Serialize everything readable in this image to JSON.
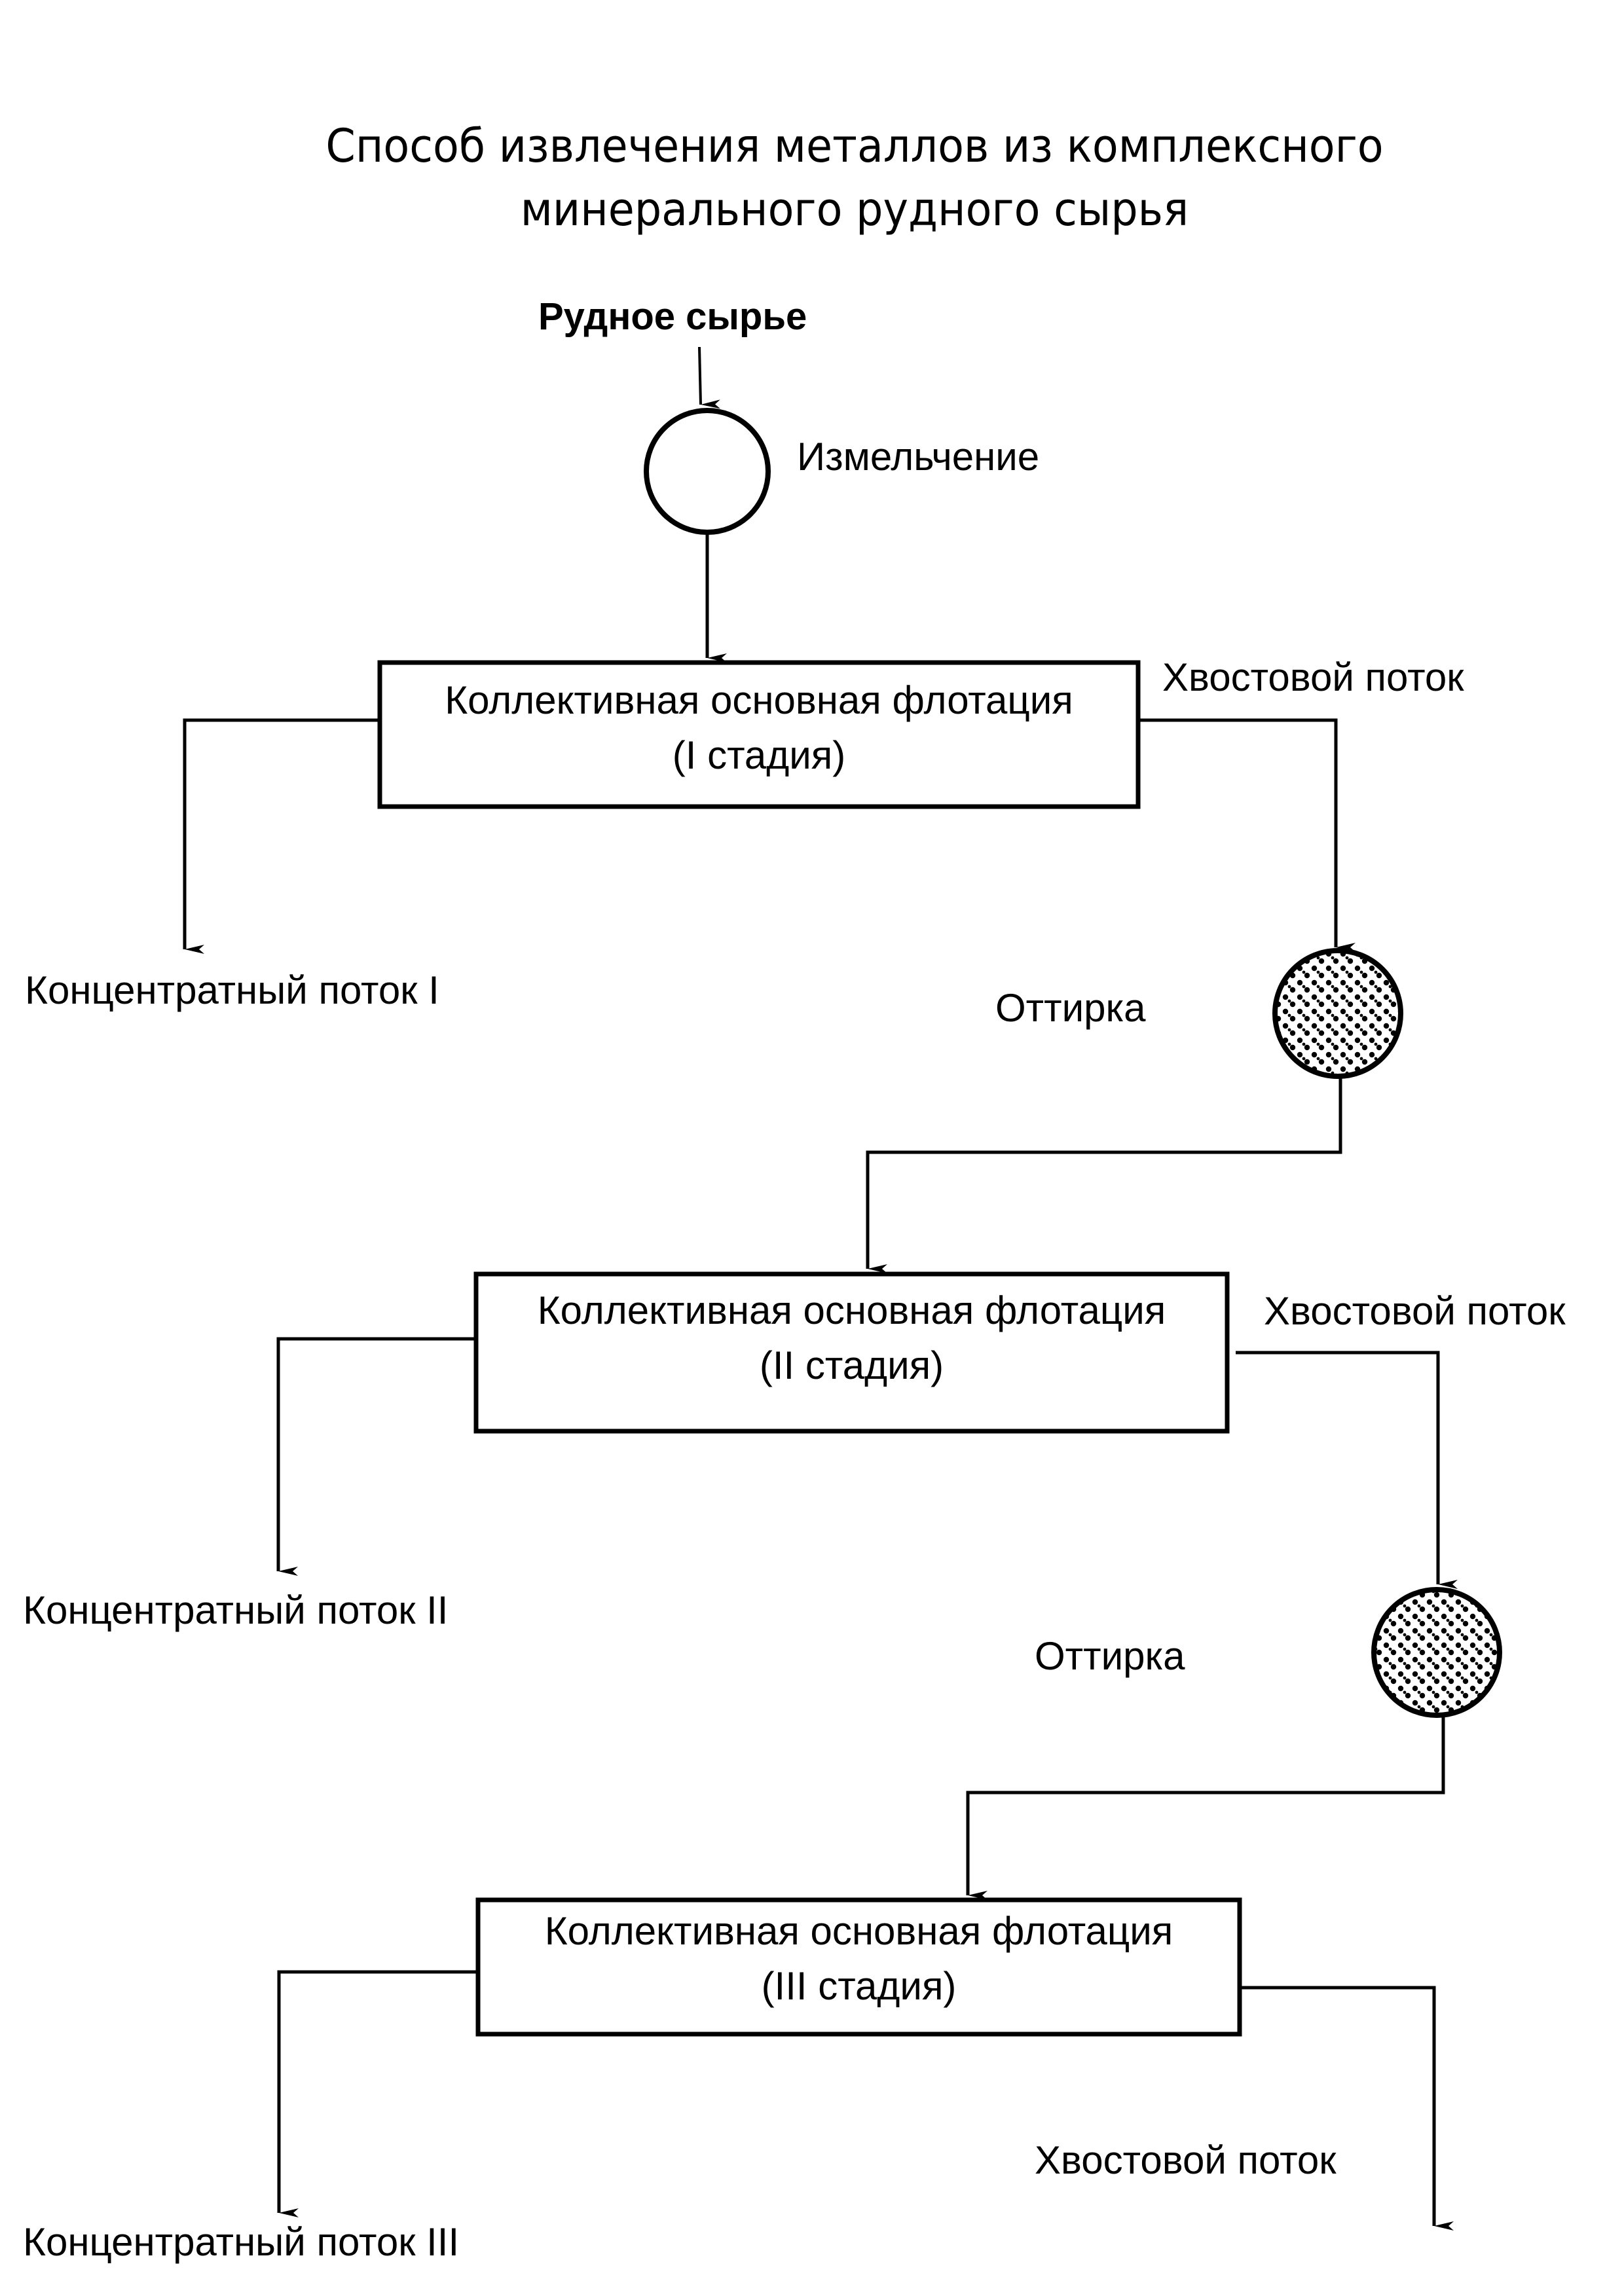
{
  "title": {
    "line1": "Способ извлечения металлов из комплексного",
    "line2": "минерального рудного сырья"
  },
  "input": {
    "label": "Рудное сырье"
  },
  "grinding": {
    "label": "Измельчение",
    "icon": "open-circle"
  },
  "stages": [
    {
      "box_line1": "Коллективная основная флотация",
      "box_line2": "(I стадия)",
      "concentrate": "Концентратный поток I",
      "tailings": "Хвостовой поток"
    },
    {
      "box_line1": "Коллективная основная флотация",
      "box_line2": "(II стадия)",
      "concentrate": "Концентратный поток II",
      "tailings": "Хвостовой поток"
    },
    {
      "box_line1": "Коллективная основная флотация",
      "box_line2": "(III стадия)",
      "concentrate": "Концентратный поток III",
      "tailings": "Хвостовой поток"
    }
  ],
  "attrition": [
    {
      "label": "Оттирка",
      "icon": "dotted-filled-circle"
    },
    {
      "label": "Оттирка",
      "icon": "dotted-filled-circle"
    }
  ],
  "colors": {
    "ink": "#000000",
    "paper": "#ffffff"
  }
}
